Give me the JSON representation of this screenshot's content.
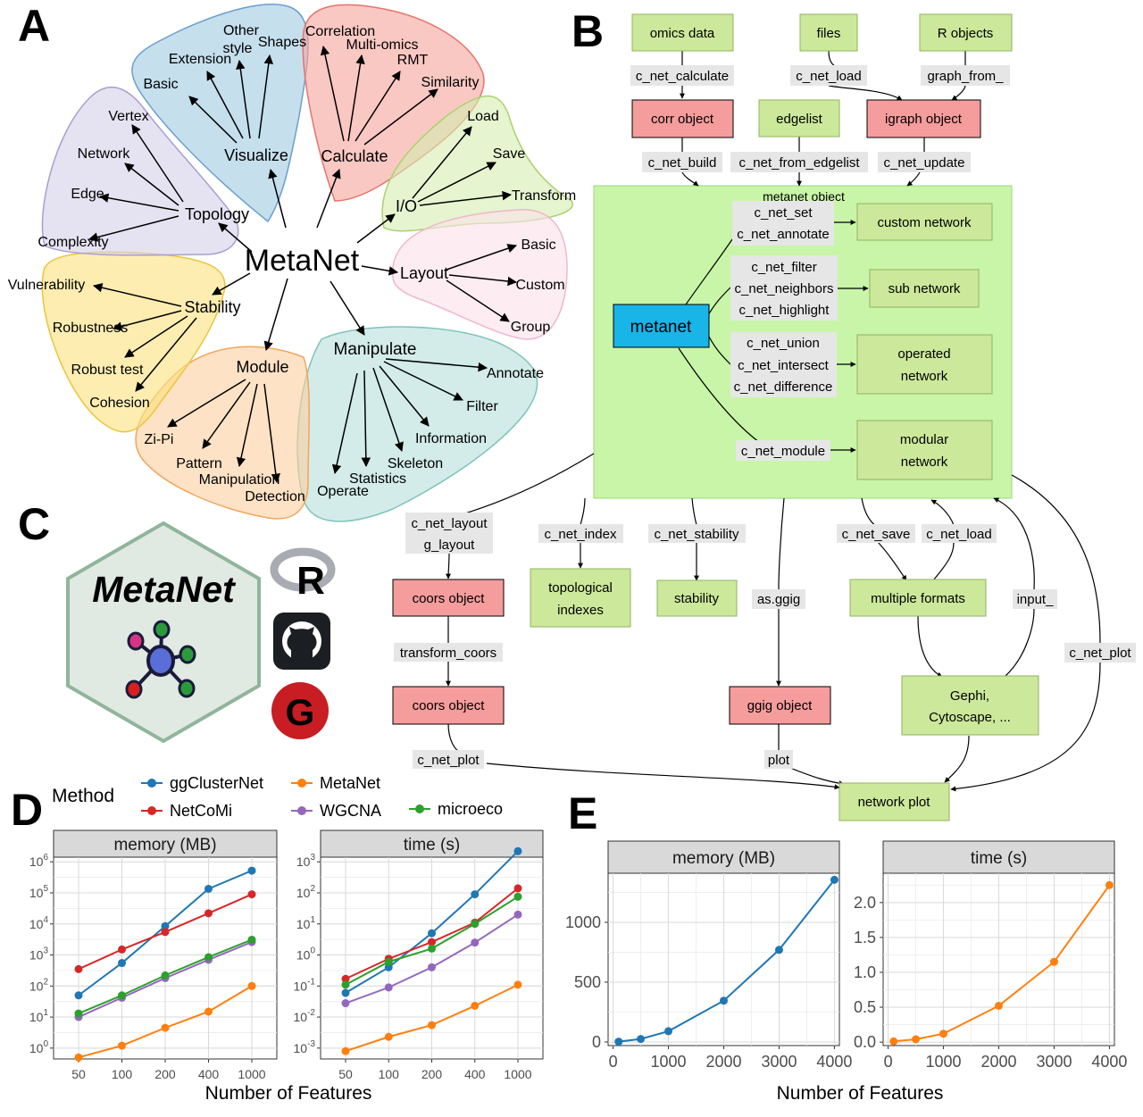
{
  "panel_letters": [
    "A",
    "B",
    "C",
    "D",
    "E"
  ],
  "mindmap": {
    "center": "MetaNet",
    "groups": [
      {
        "label": "Visualize",
        "color": "#9ecae1",
        "stroke": "#6b9fcf",
        "leaves": [
          "Basic",
          "Extension",
          "Other style",
          "Shapes"
        ]
      },
      {
        "label": "Calculate",
        "color": "#f6a49b",
        "stroke": "#e5756b",
        "leaves": [
          "Correlation",
          "Multi-omics",
          "RMT",
          "Similarity"
        ]
      },
      {
        "label": "I/O",
        "color": "#d5ecb0",
        "stroke": "#a9d36e",
        "leaves": [
          "Load",
          "Save",
          "Transform"
        ]
      },
      {
        "label": "Layout",
        "color": "#fbe1ea",
        "stroke": "#f0b6cb",
        "leaves": [
          "Basic",
          "Custom",
          "Group"
        ]
      },
      {
        "label": "Manipulate",
        "color": "#b6e0da",
        "stroke": "#7fc4ba",
        "leaves": [
          "Annotate",
          "Filter",
          "Information",
          "Skeleton",
          "Statistics",
          "Operate"
        ]
      },
      {
        "label": "Module",
        "color": "#fbcf9f",
        "stroke": "#f0a65c",
        "leaves": [
          "Zi-Pi",
          "Pattern",
          "Manipulation",
          "Detection"
        ]
      },
      {
        "label": "Stability",
        "color": "#fbe17d",
        "stroke": "#ecc43a",
        "leaves": [
          "Vulnerability",
          "Robustness",
          "Robust test",
          "Cohesion"
        ]
      },
      {
        "label": "Topology",
        "color": "#d4d0e8",
        "stroke": "#a79fd0",
        "leaves": [
          "Vertex",
          "Network",
          "Edge",
          "Complexity"
        ]
      }
    ]
  },
  "flowchart": {
    "colors": {
      "green": "#cce89a",
      "red": "#f59c9c",
      "blue": "#19b4e8",
      "panel": "#c8f5a7",
      "code_bg": "#e6e6e6"
    },
    "boxes": {
      "omics": "omics data",
      "files": "files",
      "robj": "R objects",
      "corr": "corr object",
      "edgelist": "edgelist",
      "igraph": "igraph object",
      "panel_title": "metanet object",
      "metanet": "metanet",
      "custom": "custom network",
      "sub": "sub network",
      "operated1": "operated",
      "operated2": "network",
      "modular1": "modular",
      "modular2": "network",
      "coors1": "coors object",
      "topo1": "topological",
      "topo2": "indexes",
      "stability": "stability",
      "formats": "multiple formats",
      "coors2": "coors object",
      "ggig": "ggig object",
      "gephi1": "Gephi,",
      "gephi2": "Cytoscape, ...",
      "netplot": "network plot"
    },
    "fn": {
      "calc": "c_net_calculate",
      "load1": "c_net_load",
      "gfrom": "graph_from_",
      "build": "c_net_build",
      "from_edgelist": "c_net_from_edgelist",
      "update": "c_net_update",
      "set": "c_net_set",
      "annotate": "c_net_annotate",
      "filter": "c_net_filter",
      "neighbors": "c_net_neighbors",
      "highlight": "c_net_highlight",
      "union": "c_net_union",
      "intersect": "c_net_intersect",
      "difference": "c_net_difference",
      "module": "c_net_module",
      "layout": "c_net_layout",
      "glayout": "g_layout",
      "index": "c_net_index",
      "stab": "c_net_stability",
      "save": "c_net_save",
      "load2": "c_net_load",
      "asggig": "as.ggig",
      "input": "input_",
      "transform": "transform_coors",
      "plot1": "c_net_plot",
      "plot2": "c_net_plot",
      "plot3": "plot"
    }
  },
  "logo": {
    "title": "MetaNet",
    "r_letter": "R",
    "g_letter": "G"
  },
  "chart_data": [
    {
      "type": "line",
      "panel": "D",
      "title": "memory (MB)",
      "scale": "log10",
      "categories": [
        "50",
        "100",
        "200",
        "400",
        "1000"
      ],
      "yticks": [
        "10^0",
        "10^1",
        "10^2",
        "10^3",
        "10^4",
        "10^5",
        "10^6"
      ],
      "xlabel": "Number of Features",
      "series": [
        {
          "name": "ggClusterNet",
          "color": "#1f77b4",
          "values": [
            50,
            550,
            8500,
            135000,
            520000
          ]
        },
        {
          "name": "NetCoMi",
          "color": "#d62728",
          "values": [
            350,
            1500,
            5500,
            22000,
            90000
          ]
        },
        {
          "name": "MetaNet",
          "color": "#ff7f0e",
          "values": [
            0.5,
            1.2,
            4.5,
            15,
            100
          ]
        },
        {
          "name": "WGCNA",
          "color": "#9467bd",
          "values": [
            10,
            42,
            180,
            700,
            2600
          ]
        },
        {
          "name": "microeco",
          "color": "#2ca02c",
          "values": [
            13,
            50,
            220,
            850,
            3100
          ]
        }
      ]
    },
    {
      "type": "line",
      "panel": "D",
      "title": "time (s)",
      "scale": "log10",
      "categories": [
        "50",
        "100",
        "200",
        "400",
        "1000"
      ],
      "yticks": [
        "10^-3",
        "10^-2",
        "10^-1",
        "10^0",
        "10^1",
        "10^2",
        "10^3"
      ],
      "xlabel": "Number of Features",
      "series": [
        {
          "name": "ggClusterNet",
          "color": "#1f77b4",
          "values": [
            0.06,
            0.4,
            5,
            90,
            2200
          ]
        },
        {
          "name": "NetCoMi",
          "color": "#d62728",
          "values": [
            0.17,
            0.75,
            2.6,
            11,
            140
          ]
        },
        {
          "name": "MetaNet",
          "color": "#ff7f0e",
          "values": [
            0.0008,
            0.0023,
            0.0055,
            0.023,
            0.11
          ]
        },
        {
          "name": "WGCNA",
          "color": "#9467bd",
          "values": [
            0.028,
            0.09,
            0.4,
            2.5,
            20
          ]
        },
        {
          "name": "microeco",
          "color": "#2ca02c",
          "values": [
            0.11,
            0.6,
            1.6,
            10,
            75
          ]
        }
      ]
    },
    {
      "type": "line",
      "panel": "E",
      "title": "memory (MB)",
      "x": [
        100,
        500,
        1000,
        2000,
        3000,
        4000
      ],
      "xticks": [
        0,
        1000,
        2000,
        3000,
        4000
      ],
      "yticks": [
        0,
        500,
        1000
      ],
      "ylim": [
        -30,
        1410
      ],
      "xlim": [
        -90,
        4090
      ],
      "xlabel": "Number of Features",
      "series": [
        {
          "name": "MetaNet",
          "color": "#1f77b4",
          "values": [
            3,
            25,
            90,
            345,
            770,
            1355
          ]
        }
      ]
    },
    {
      "type": "line",
      "panel": "E",
      "title": "time (s)",
      "x": [
        100,
        500,
        1000,
        2000,
        3000,
        4000
      ],
      "xticks": [
        0,
        1000,
        2000,
        3000,
        4000
      ],
      "yticks": [
        0.0,
        0.5,
        1.0,
        1.5,
        2.0
      ],
      "ylim": [
        -0.05,
        2.42
      ],
      "xlim": [
        -90,
        4090
      ],
      "xlabel": "Number of Features",
      "series": [
        {
          "name": "MetaNet",
          "color": "#ff7f0e",
          "values": [
            0.01,
            0.04,
            0.12,
            0.52,
            1.15,
            2.25
          ]
        }
      ]
    }
  ],
  "legend": {
    "title": "Method",
    "items": [
      {
        "name": "ggClusterNet",
        "color": "#1f77b4"
      },
      {
        "name": "MetaNet",
        "color": "#ff7f0e"
      },
      {
        "name": "NetCoMi",
        "color": "#d62728"
      },
      {
        "name": "WGCNA",
        "color": "#9467bd"
      },
      {
        "name": "microeco",
        "color": "#2ca02c"
      }
    ]
  },
  "axis": {
    "xlabel_d": "Number of Features",
    "xlabel_e": "Number of Features"
  }
}
